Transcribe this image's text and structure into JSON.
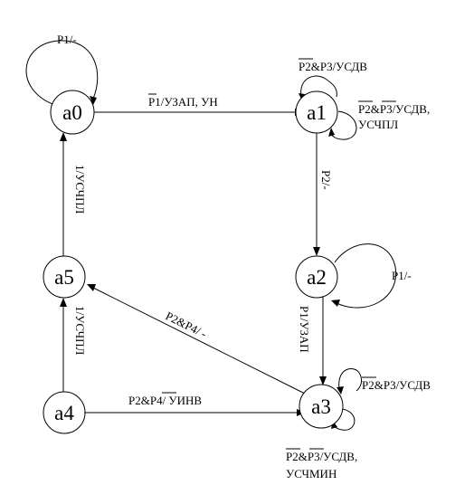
{
  "states": [
    {
      "id": "a0",
      "label": "a0"
    },
    {
      "id": "a1",
      "label": "a1"
    },
    {
      "id": "a2",
      "label": "a2"
    },
    {
      "id": "a3",
      "label": "a3"
    },
    {
      "id": "a4",
      "label": "a4"
    },
    {
      "id": "a5",
      "label": "a5"
    }
  ],
  "transitions": [
    {
      "id": "a0-a0",
      "from": "a0",
      "to": "a0",
      "label": "P1/-"
    },
    {
      "id": "a0-a1",
      "from": "a0",
      "to": "a1",
      "label": "P1/УЗАП, УН",
      "negated_signals": [
        "P1"
      ]
    },
    {
      "id": "a1-a1-upper",
      "from": "a1",
      "to": "a1",
      "label": "P2&P3/УСДВ",
      "negated_signals": [
        "P2"
      ]
    },
    {
      "id": "a1-a1-lower",
      "from": "a1",
      "to": "a1",
      "label_lines": [
        "P2&P3/УСДВ,",
        "УСЧПЛ"
      ],
      "negated_signals": [
        "P2",
        "P3"
      ]
    },
    {
      "id": "a1-a2",
      "from": "a1",
      "to": "a2",
      "label": "P2/-"
    },
    {
      "id": "a2-a2",
      "from": "a2",
      "to": "a2",
      "label": "P1/-"
    },
    {
      "id": "a2-a3",
      "from": "a2",
      "to": "a3",
      "label": "P1/УЗАП"
    },
    {
      "id": "a3-a3-upper",
      "from": "a3",
      "to": "a3",
      "label": "P2&P3/УСДВ",
      "negated_signals": [
        "P2"
      ]
    },
    {
      "id": "a3-a3-lower",
      "from": "a3",
      "to": "a3",
      "label_lines": [
        "P2&P3/УСДВ,",
        "УСЧМИН"
      ],
      "negated_signals": [
        "P2",
        "P3"
      ]
    },
    {
      "id": "a3-a5",
      "from": "a3",
      "to": "a5",
      "label": "P2&P4/ -"
    },
    {
      "id": "a4-a3",
      "from": "a4",
      "to": "a3",
      "label": "P2&P4/ УИНВ",
      "negated_signals": [
        "P4"
      ]
    },
    {
      "id": "a4-a5",
      "from": "a4",
      "to": "a5",
      "label": "1/УСЧПЛ"
    },
    {
      "id": "a5-a0",
      "from": "a5",
      "to": "a0",
      "label": "1/УСЧПЛ"
    }
  ]
}
